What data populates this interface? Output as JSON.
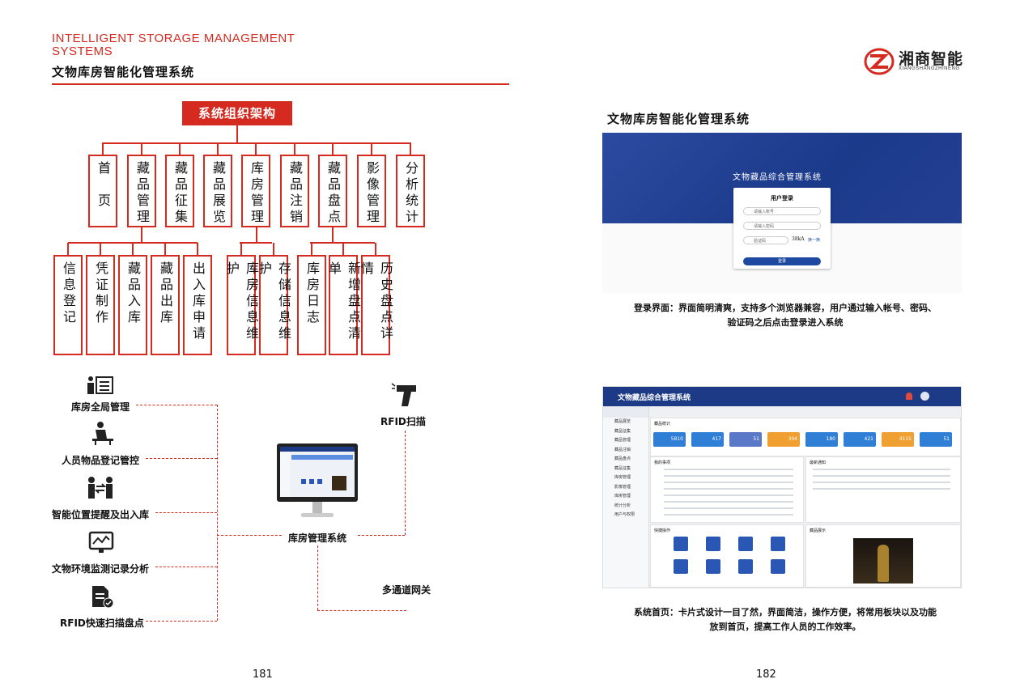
{
  "header": {
    "en": "INTELLIGENT STORAGE MANAGEMENT SYSTEMS",
    "cn": "文物库房智能化管理系统"
  },
  "logo": {
    "name": "湘商智能",
    "sub": "XIANGSHANGZHINENG"
  },
  "org": {
    "title": "系统组织架构",
    "top": [
      "首　页",
      "藏品管理",
      "藏品征集",
      "藏品展览",
      "库房管理",
      "藏品注销",
      "藏品盘点",
      "影像管理",
      "分析统计"
    ],
    "sub_collection": [
      "信息登记",
      "凭证制作",
      "藏品入库",
      "藏品出库",
      "出入库申请"
    ],
    "sub_storage": [
      "库房信息维护",
      "存储信息维护"
    ],
    "sub_inventory": [
      "库房日志",
      "新增盘点清单",
      "历史盘点详情"
    ]
  },
  "features": [
    "库房全局管理",
    "人员物品登记管控",
    "智能位置提醒及出入库",
    "文物环境监测记录分析",
    "RFID快速扫描盘点"
  ],
  "rfid_label": "RFID扫描",
  "center_label": "库房管理系统",
  "gateway_label": "多通道网关",
  "page_left": "181",
  "page_right": "182",
  "right": {
    "title": "文物库房智能化管理系统",
    "login": {
      "banner": "文物藏品综合管理系统",
      "card_title": "用户登录",
      "account_placeholder": "请输入账号",
      "password_placeholder": "请输入密码",
      "captcha_placeholder": "验证码",
      "captcha": "38kA",
      "refresh": "换一换",
      "button": "登录"
    },
    "caption1_line1": "登录界面：界面简明清爽，支持多个浏览器兼容，用户通过输入帐号、密码、",
    "caption1_line2": "验证码之后点击登录进入系统",
    "dashboard": {
      "title": "文物藏品综合管理系统",
      "menu": [
        "藏品展览",
        "藏品征集",
        "藏品管理",
        "藏品注销",
        "藏品盘点",
        "藏品征集",
        "库房管理",
        "影像管理",
        "库房管理",
        "统计分析",
        "用户与权限"
      ],
      "stats_title": "藏品统计",
      "cards": [
        {
          "value": "5810",
          "color": "#2f7fd6"
        },
        {
          "value": "417",
          "color": "#2f7fd6"
        },
        {
          "value": "51",
          "color": "#5a78c8"
        },
        {
          "value": "304",
          "color": "#f0a030"
        },
        {
          "value": "180",
          "color": "#2f7fd6"
        },
        {
          "value": "421",
          "color": "#2f7fd6"
        },
        {
          "value": "4115",
          "color": "#f0a030"
        },
        {
          "value": "51",
          "color": "#2f7fd6"
        }
      ],
      "todo_title": "我的事项",
      "notice_title": "最新通知",
      "quick_title": "快捷操作",
      "image_title": "藏品展示"
    },
    "caption2_line1": "系统首页：卡片式设计一目了然，界面简洁，操作方便，将常用板块以及功能",
    "caption2_line2": "放到首页，提高工作人员的工作效率。"
  },
  "colors": {
    "accent": "#d42a20",
    "navy": "#1d3a86"
  }
}
